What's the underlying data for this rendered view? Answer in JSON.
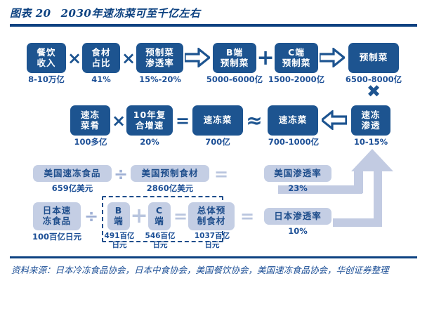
{
  "header": {
    "figure_label": "图表 20",
    "title": "2030年速冻菜可至千亿左右"
  },
  "colors": {
    "navy": "#0d4281",
    "dark_box": "#1d5490",
    "light_box": "#c4cee4",
    "text_blue": "#1c4f96",
    "arrow_light": "#c2cbe2"
  },
  "row1": {
    "nodes": [
      {
        "label_lines": [
          "餐饮",
          "收入"
        ],
        "value": "8-10万亿"
      },
      {
        "label_lines": [
          "食材",
          "占比"
        ],
        "value": "41%"
      },
      {
        "label_lines": [
          "预制菜",
          "渗透率"
        ],
        "value": "15%-20%"
      },
      {
        "label_lines": [
          "B端",
          "预制菜"
        ],
        "value": "5000-6000亿"
      },
      {
        "label_lines": [
          "C端",
          "预制菜"
        ],
        "value": "1500-2000亿"
      },
      {
        "label_lines": [
          "预制菜"
        ],
        "value": "6500-8000亿"
      }
    ],
    "operators": [
      "×",
      "×",
      "⇒",
      "+",
      "⇒"
    ]
  },
  "row2": {
    "nodes": [
      {
        "label_lines": [
          "速冻",
          "菜肴"
        ],
        "value": "100多亿"
      },
      {
        "label_lines": [
          "10年复",
          "合增速"
        ],
        "value": "20%"
      },
      {
        "label_lines": [
          "速冻菜"
        ],
        "value": "700亿"
      },
      {
        "label_lines": [
          "速冻菜"
        ],
        "value": "700-1000亿"
      },
      {
        "label_lines": [
          "速冻",
          "渗透"
        ],
        "value": "10-15%"
      }
    ],
    "operators": [
      "×",
      "=",
      "≈",
      "⇐"
    ],
    "cross_below_yuzhicai": "✖"
  },
  "row3_us": {
    "nodes": [
      {
        "label_lines": [
          "美国速冻食品"
        ],
        "value": "659亿美元"
      },
      {
        "label_lines": [
          "美国预制食材"
        ],
        "value": "2860亿美元"
      },
      {
        "label_lines": [
          "美国渗透率"
        ],
        "value": "23%"
      }
    ],
    "operators": [
      "÷",
      "="
    ]
  },
  "row4_jp": {
    "nodes": [
      {
        "label_lines": [
          "日本速",
          "冻食品"
        ],
        "value": "100百亿日元"
      },
      {
        "label_lines": [
          "B",
          "端"
        ],
        "value": "491百亿日元"
      },
      {
        "label_lines": [
          "C",
          "端"
        ],
        "value": "546百亿日元"
      },
      {
        "label_lines": [
          "总体预",
          "制食材"
        ],
        "value": "1037百亿日元"
      },
      {
        "label_lines": [
          "日本渗透率"
        ],
        "value": "10%"
      }
    ],
    "operators": [
      "÷",
      "+",
      "=",
      "="
    ]
  },
  "source": {
    "text": "资料来源：日本冷冻食品协会，日本中食协会，美国餐饮协会，美国速冻食品协会，华创证券整理"
  }
}
